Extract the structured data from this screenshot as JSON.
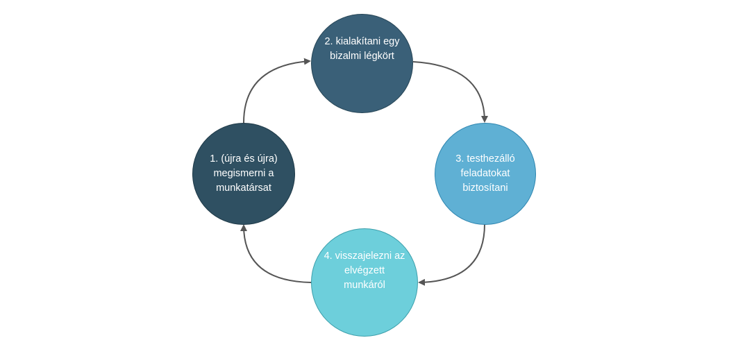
{
  "diagram": {
    "type": "cycle",
    "steps": [
      {
        "label": "1. (újra és újra) megismerni a munkatársat",
        "color": "#2f5062"
      },
      {
        "label": "2. kialakítani egy bizalmi légkört",
        "color": "#3a6078"
      },
      {
        "label": "3.  testhezálló feladatokat biztosítani",
        "color": "#5fb0d4"
      },
      {
        "label": "4. visszajelezni az elvégzett munkáról",
        "color": "#6dcfdb"
      }
    ],
    "arrow_color": "#555555"
  }
}
